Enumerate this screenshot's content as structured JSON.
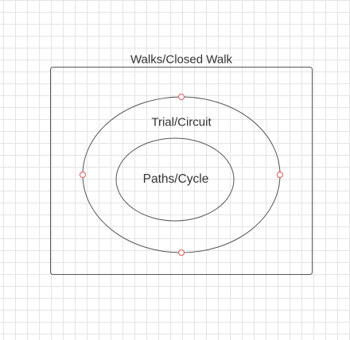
{
  "diagram": {
    "outer_box": {
      "label": "Walks/Closed Walk"
    },
    "middle_ellipse": {
      "label": "Trial/Circuit"
    },
    "inner_ellipse": {
      "label": "Paths/Cycle"
    }
  },
  "colors": {
    "stroke": "#555555",
    "text": "#333333",
    "handle": "#e05555",
    "grid": "#e4e4e4"
  }
}
